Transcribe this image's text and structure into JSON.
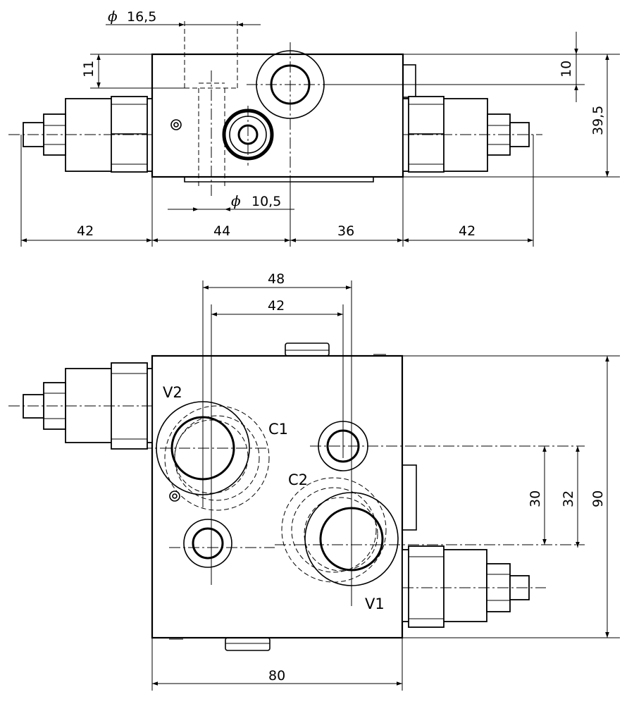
{
  "drawing": {
    "top_view": {
      "dims": {
        "d16_5": "16,5",
        "d10_5": "10,5",
        "h11": "11",
        "h10": "10",
        "h39_5": "39,5",
        "w42_left": "42",
        "w44": "44",
        "w36": "36",
        "w42_right": "42"
      },
      "diameter_symbol": "ϕ"
    },
    "front_view": {
      "dims": {
        "w48": "48",
        "w42": "42",
        "h30": "30",
        "h32": "32",
        "h90": "90",
        "w80": "80"
      },
      "port_labels": {
        "v2": "V2",
        "c1": "C1",
        "c2": "C2",
        "v1": "V1"
      }
    }
  }
}
